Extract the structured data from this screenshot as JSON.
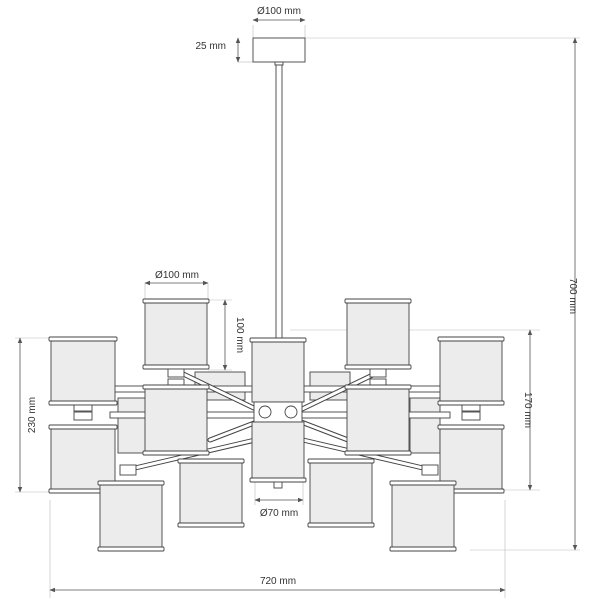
{
  "dimensions": {
    "canopy_diameter": "Ø100 mm",
    "canopy_height": "25 mm",
    "shade_diameter": "Ø100 mm",
    "shade_height": "100 mm",
    "total_height": "700 mm",
    "body_height": "230 mm",
    "tier_height": "170 mm",
    "center_diameter": "Ø70 mm",
    "total_width": "720 mm"
  }
}
